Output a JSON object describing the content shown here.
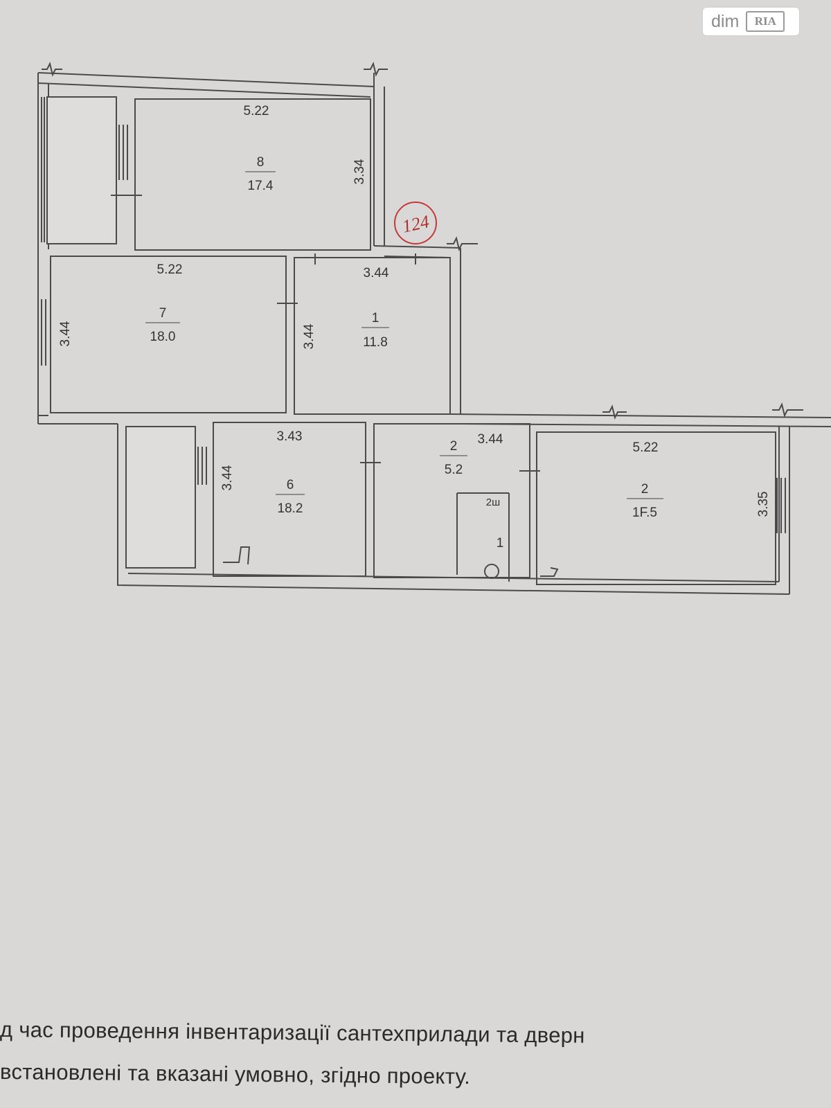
{
  "watermark": {
    "brand": "dim",
    "badge": "RIA"
  },
  "unit_marker": "124",
  "rooms": [
    {
      "id": "room-8",
      "number": "8",
      "area": "17.4",
      "width": "5.22",
      "height": "3.34"
    },
    {
      "id": "room-7",
      "number": "7",
      "area": "18.0",
      "width": "5.22",
      "height": "3.44"
    },
    {
      "id": "room-1",
      "number": "1",
      "area": "11.8",
      "width": "3.44",
      "height": "3.44"
    },
    {
      "id": "room-6",
      "number": "6",
      "area": "18.2",
      "width": "3.43",
      "height": "3.44"
    },
    {
      "id": "room-2-hall",
      "number": "2",
      "area": "5.2",
      "width": "3.44"
    },
    {
      "id": "room-2-large",
      "number": "2",
      "area": "1F.5",
      "width": "5.22",
      "height": "3.35"
    }
  ],
  "bathroom_labels": {
    "top": "2ш",
    "bottom": "1"
  },
  "note": {
    "line1": "д час проведення інвентаризації сантехприлади та дверн",
    "line2": "встановлені  та вказані умовно, згідно проекту."
  }
}
